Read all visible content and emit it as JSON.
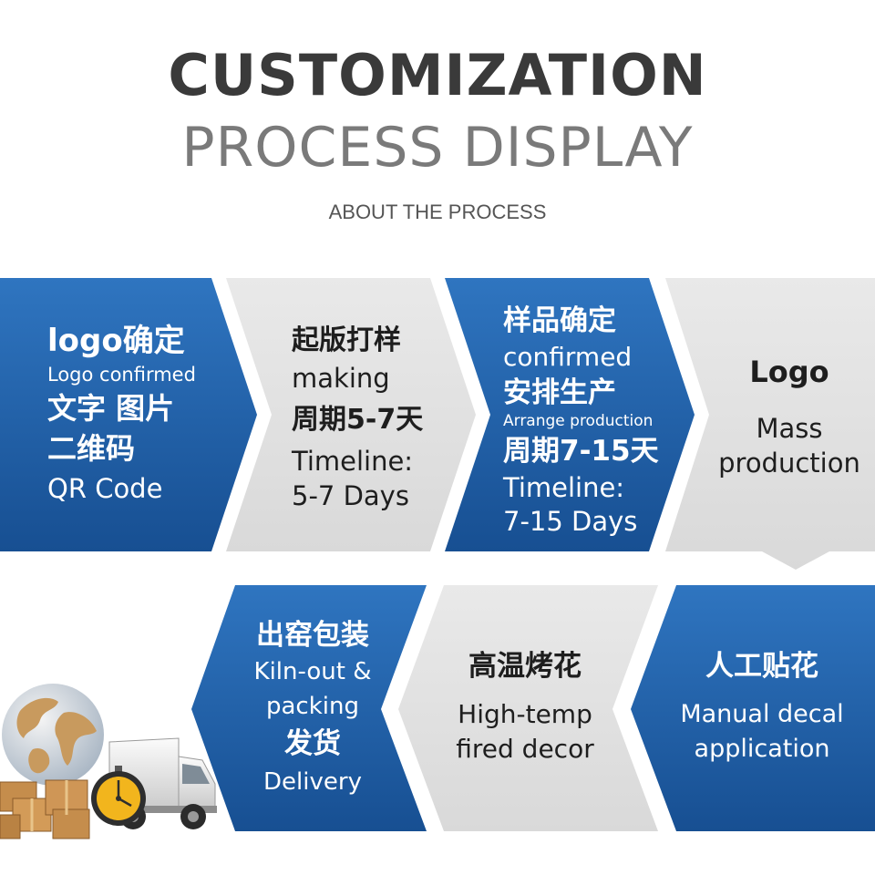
{
  "header": {
    "title_line1": "CUSTOMIZATION",
    "title_line2": "PROCESS DISPLAY",
    "subtitle": "ABOUT THE PROCESS"
  },
  "colors": {
    "blue_step": "#1e5fa6",
    "gray_step": "#e1e1e1",
    "dark_text": "#1e1e1e",
    "title_dark": "#3a3a3a",
    "title_light": "#7a7a7a"
  },
  "steps": [
    {
      "lines": [
        "logo确定",
        "Logo confirmed",
        "文字 图片",
        "二维码",
        "QR Code"
      ]
    },
    {
      "lines": [
        "起版打样",
        "making",
        "周期5-7天",
        "Timeline:",
        "5-7 Days"
      ]
    },
    {
      "lines": [
        "样品确定",
        "confirmed",
        "安排生产",
        "Arrange production",
        "周期7-15天",
        "Timeline:",
        "7-15 Days"
      ]
    },
    {
      "lines": [
        "Logo",
        "Mass",
        "production"
      ]
    },
    {
      "lines": [
        "人工贴花",
        "Manual decal",
        "application"
      ]
    },
    {
      "lines": [
        "高温烤花",
        "High-temp",
        "fired decor"
      ]
    },
    {
      "lines": [
        "出窑包装",
        "Kiln-out &",
        "packing",
        "发货",
        "Delivery"
      ]
    }
  ],
  "icons": {
    "delivery_graphic": [
      "globe-icon",
      "delivery-truck-icon",
      "cardboard-boxes-icon",
      "stopwatch-icon"
    ]
  }
}
